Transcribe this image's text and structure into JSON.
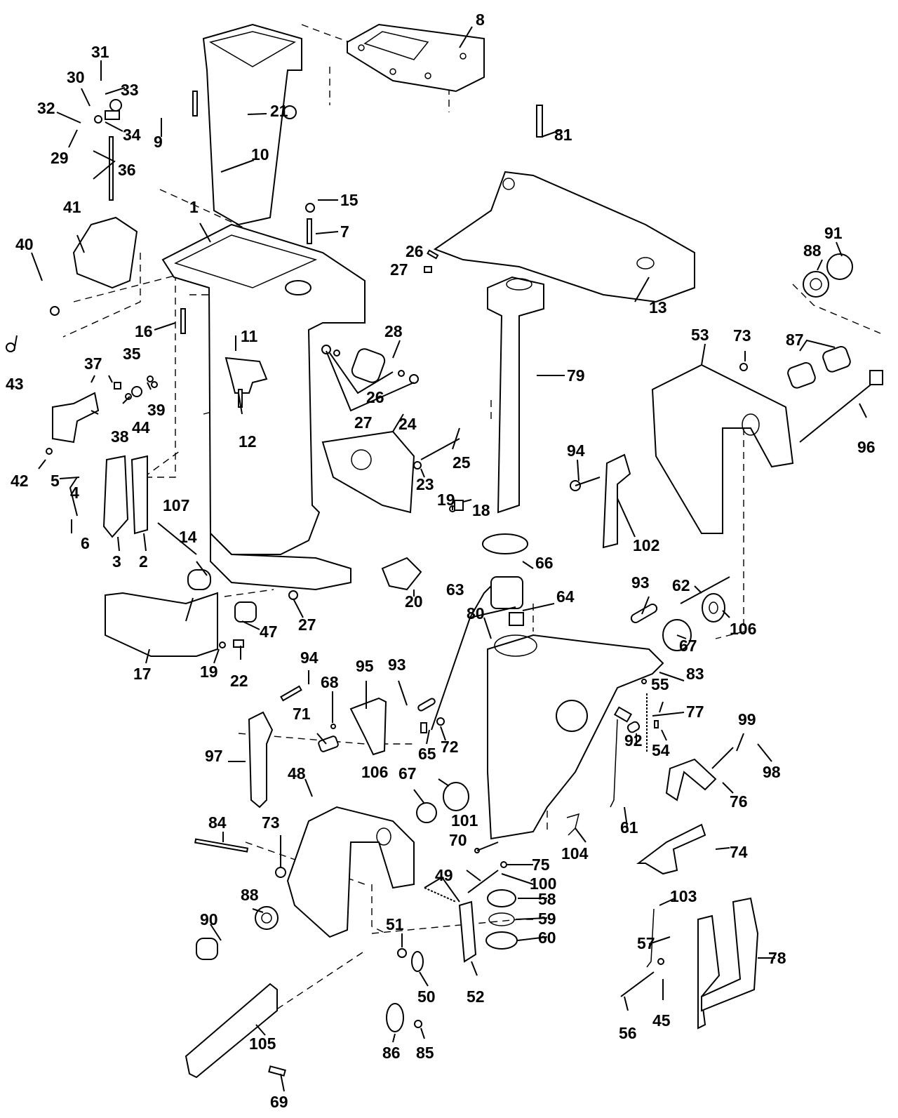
{
  "diagram": {
    "type": "exploded-parts-diagram",
    "subject": "outboard motor exhaust housing, swivel bracket and stern brackets",
    "callouts": [
      "1",
      "2",
      "3",
      "4",
      "5",
      "6",
      "7",
      "8",
      "9",
      "10",
      "11",
      "12",
      "13",
      "14",
      "15",
      "16",
      "17",
      "18",
      "19",
      "19",
      "20",
      "21",
      "22",
      "23",
      "24",
      "25",
      "26",
      "26",
      "27",
      "27",
      "27",
      "28",
      "29",
      "30",
      "31",
      "32",
      "33",
      "34",
      "35",
      "36",
      "37",
      "38",
      "39",
      "40",
      "41",
      "42",
      "43",
      "44",
      "45",
      "47",
      "48",
      "49",
      "50",
      "51",
      "52",
      "53",
      "54",
      "55",
      "56",
      "57",
      "58",
      "59",
      "60",
      "61",
      "62",
      "63",
      "64",
      "65",
      "66",
      "67",
      "67",
      "68",
      "69",
      "70",
      "71",
      "72",
      "73",
      "73",
      "74",
      "75",
      "76",
      "77",
      "78",
      "79",
      "80",
      "81",
      "83",
      "84",
      "85",
      "86",
      "87",
      "88",
      "88",
      "90",
      "91",
      "92",
      "93",
      "93",
      "94",
      "94",
      "95",
      "96",
      "97",
      "98",
      "99",
      "100",
      "101",
      "102",
      "103",
      "104",
      "105",
      "106",
      "106",
      "107"
    ]
  },
  "labels": {
    "c1": "1",
    "c2": "2",
    "c3": "3",
    "c4": "4",
    "c5": "5",
    "c6": "6",
    "c7": "7",
    "c8": "8",
    "c9": "9",
    "c10": "10",
    "c11": "11",
    "c12": "12",
    "c13": "13",
    "c14": "14",
    "c15": "15",
    "c16": "16",
    "c17": "17",
    "c18": "18",
    "c19a": "19",
    "c19b": "19",
    "c20": "20",
    "c21": "21",
    "c22": "22",
    "c23": "23",
    "c24": "24",
    "c25": "25",
    "c26a": "26",
    "c26b": "26",
    "c27a": "27",
    "c27b": "27",
    "c27c": "27",
    "c28": "28",
    "c29": "29",
    "c30": "30",
    "c31": "31",
    "c32": "32",
    "c33": "33",
    "c34": "34",
    "c35": "35",
    "c36": "36",
    "c37": "37",
    "c38": "38",
    "c39": "39",
    "c40": "40",
    "c41": "41",
    "c42": "42",
    "c43": "43",
    "c44": "44",
    "c45": "45",
    "c47": "47",
    "c48": "48",
    "c49": "49",
    "c50": "50",
    "c51": "51",
    "c52": "52",
    "c53": "53",
    "c54": "54",
    "c55": "55",
    "c56": "56",
    "c57": "57",
    "c58": "58",
    "c59": "59",
    "c60": "60",
    "c61": "61",
    "c62": "62",
    "c63": "63",
    "c64": "64",
    "c65": "65",
    "c66": "66",
    "c67a": "67",
    "c67b": "67",
    "c68": "68",
    "c69": "69",
    "c70": "70",
    "c71": "71",
    "c72": "72",
    "c73a": "73",
    "c73b": "73",
    "c74": "74",
    "c75": "75",
    "c76": "76",
    "c77": "77",
    "c78": "78",
    "c79": "79",
    "c80": "80",
    "c81": "81",
    "c83": "83",
    "c84": "84",
    "c85": "85",
    "c86": "86",
    "c87": "87",
    "c88a": "88",
    "c88b": "88",
    "c90": "90",
    "c91": "91",
    "c92": "92",
    "c93a": "93",
    "c93b": "93",
    "c94a": "94",
    "c94b": "94",
    "c95": "95",
    "c96": "96",
    "c97": "97",
    "c98": "98",
    "c99": "99",
    "c100": "100",
    "c101": "101",
    "c102": "102",
    "c103": "103",
    "c104": "104",
    "c105": "105",
    "c106a": "106",
    "c106b": "106",
    "c107": "107"
  }
}
